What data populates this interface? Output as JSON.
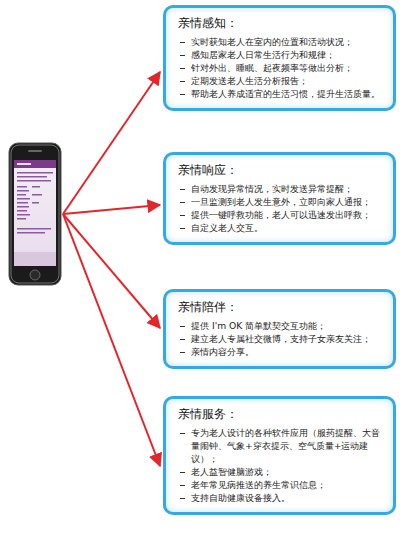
{
  "diagram": {
    "nodes": [
      {
        "text": [
          "亲情感知：",
          "实时获知老人在室内的位置和活动状况；",
          "感知居家老人日常生活行为和规律；",
          "针对外出、睡眠、起夜频率等做出分析；",
          "定期发送老人生活分析报告；",
          "帮助老人养成适宜的生活习惯，提升生活质量。"
        ]
      },
      {
        "text": [
          "亲情响应：",
          "自动发现异常情况，实时发送异常提醒；",
          "一旦监测到老人发生意外，立即向家人通报；",
          "提供一键呼救功能，老人可以迅速发出呼救；",
          "自定义老人交互。"
        ]
      },
      {
        "text": [
          "亲情陪伴：",
          "提供 I'm OK 简单默契交互功能；",
          "建立老人专属社交微博，支持子女亲友关注；",
          "亲情内容分享。"
        ]
      },
      {
        "text": [
          "亲情服务：",
          "专为老人设计的各种软件应用（服药提醒、大音量闹钟、气象+穿衣提示、空气质量+运动建议）；",
          "老人益智健脑游戏；",
          "老年常见病推送的养生常识信息；",
          "支持自助健康设备接入。"
        ]
      }
    ]
  }
}
